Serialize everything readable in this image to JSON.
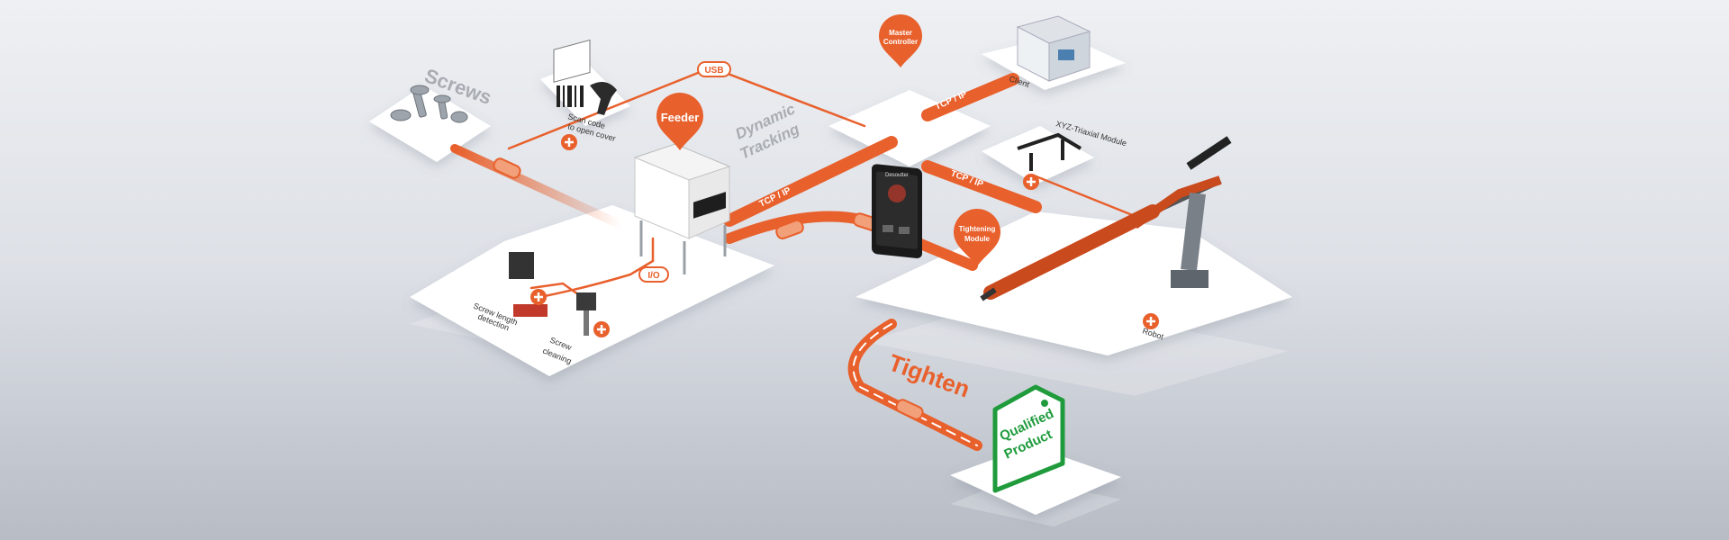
{
  "labels": {
    "screws": "Screws",
    "scan_code_line1": "Scan code",
    "scan_code_line2": "to open cover",
    "usb": "USB",
    "feeder": "Feeder",
    "dynamic_tracking_line1": "Dynamic",
    "dynamic_tracking_line2": "Tracking",
    "master_controller_line1": "Master",
    "master_controller_line2": "Controller",
    "client": "Client",
    "xyz_module": "XYZ-Triaxial Module",
    "tcp_ip": "TCP / IP",
    "io": "I/O",
    "tightening_module_line1": "Tightening",
    "tightening_module_line2": "Module",
    "screw_length_line1": "Screw length",
    "screw_length_line2": "detection",
    "screw_cleaning_line1": "Screw",
    "screw_cleaning_line2": "cleaning",
    "robot": "Robot",
    "tighten": "Tighten",
    "qualified_line1": "Qualified",
    "qualified_line2": "Product",
    "device_brand": "Desoutter"
  },
  "colors": {
    "accent": "#e8602c",
    "platform": "#ffffff",
    "qualified_green": "#1f9b3c",
    "label_gray": "#a9adb3"
  },
  "icons": [
    "plus-circle-icon",
    "map-pin-icon",
    "arrow-icon"
  ]
}
